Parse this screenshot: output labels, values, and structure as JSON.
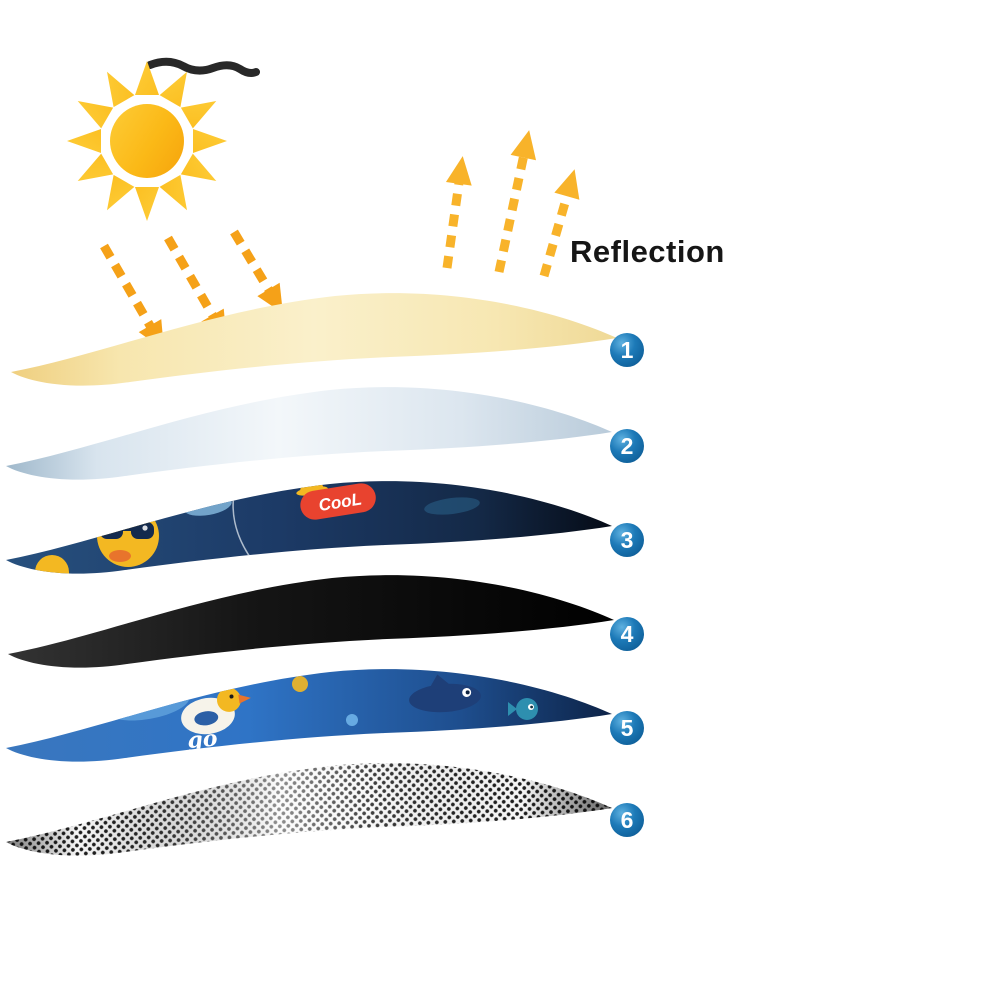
{
  "labels": {
    "reflection": "Reflection"
  },
  "sun": {
    "icon": "sun-icon",
    "color_inner": "#FFD94D",
    "color_outer": "#F28C00"
  },
  "arrows": {
    "sunlight_color": "#F5A118",
    "reflection_color": "#F8B32A",
    "sunlight_count": 3,
    "reflection_count": 3
  },
  "badge_color": "#1265A0",
  "layers": [
    {
      "number": "1",
      "id": "reflective-top-sheet",
      "color": "#F7E7B2"
    },
    {
      "number": "2",
      "id": "light-coating-sheet",
      "color": "#E6EEF5"
    },
    {
      "number": "3",
      "id": "printed-fabric-sheet",
      "color": "#1C3A66",
      "print_text": "CooL"
    },
    {
      "number": "4",
      "id": "black-insulation-sheet",
      "color": "#111111"
    },
    {
      "number": "5",
      "id": "printed-lining-sheet",
      "color": "#2F74C6",
      "print_text": "go"
    },
    {
      "number": "6",
      "id": "mesh-sheet",
      "color": "#9A9A9A"
    }
  ]
}
